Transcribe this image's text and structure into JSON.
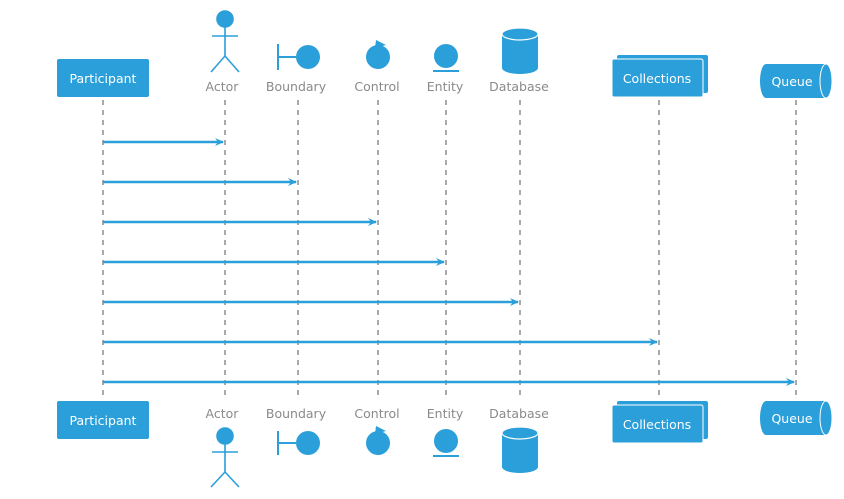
{
  "theme": {
    "accent": "#2b9fd9",
    "lifeline": "#555555",
    "label": "#8a8a8a",
    "background": "#ffffff"
  },
  "participants": [
    {
      "id": "p",
      "kind": "participant",
      "label": "Participant",
      "icon": "participant-box"
    },
    {
      "id": "a",
      "kind": "actor",
      "label": "Actor",
      "icon": "stick-figure-icon"
    },
    {
      "id": "b",
      "kind": "boundary",
      "label": "Boundary",
      "icon": "boundary-icon"
    },
    {
      "id": "c",
      "kind": "control",
      "label": "Control",
      "icon": "control-icon"
    },
    {
      "id": "e",
      "kind": "entity",
      "label": "Entity",
      "icon": "entity-icon"
    },
    {
      "id": "d",
      "kind": "database",
      "label": "Database",
      "icon": "database-cylinder-icon"
    },
    {
      "id": "col",
      "kind": "collections",
      "label": "Collections",
      "icon": "stacked-box-icon"
    },
    {
      "id": "q",
      "kind": "queue",
      "label": "Queue",
      "icon": "queue-cylinder-icon"
    }
  ],
  "messages": [
    {
      "from": "Participant",
      "to": "Actor",
      "label": ""
    },
    {
      "from": "Participant",
      "to": "Boundary",
      "label": ""
    },
    {
      "from": "Participant",
      "to": "Control",
      "label": ""
    },
    {
      "from": "Participant",
      "to": "Entity",
      "label": ""
    },
    {
      "from": "Participant",
      "to": "Database",
      "label": ""
    },
    {
      "from": "Participant",
      "to": "Collections",
      "label": ""
    },
    {
      "from": "Participant",
      "to": "Queue",
      "label": ""
    }
  ]
}
